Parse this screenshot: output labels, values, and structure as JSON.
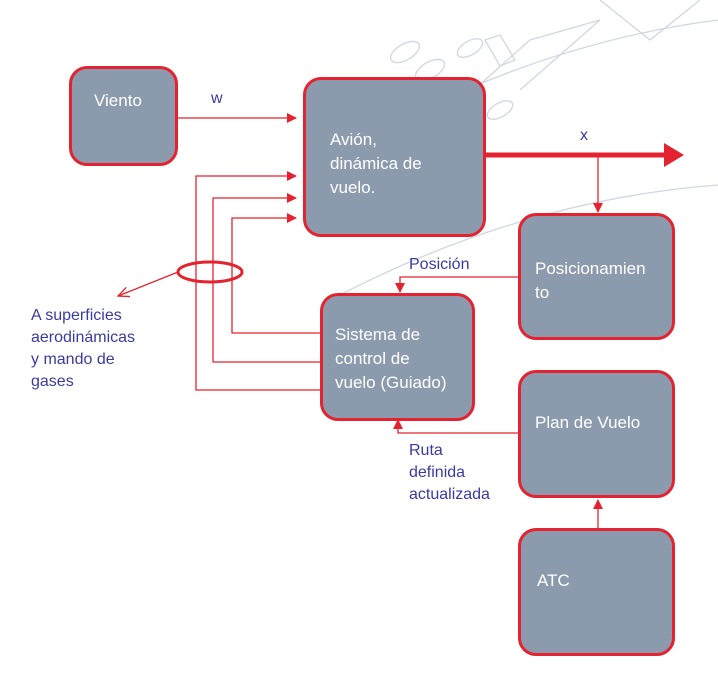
{
  "colors": {
    "box_fill": "#8b9bad",
    "border": "#e5222f",
    "arrow": "#e5222f",
    "label": "#3a3aa3"
  },
  "boxes": {
    "viento": "Viento",
    "avion": [
      "Avión,",
      "dinámica de",
      "vuelo."
    ],
    "posicionamiento": [
      "Posicionamien",
      "to"
    ],
    "sistema": [
      "Sistema de",
      "control de",
      "vuelo (Guiado)"
    ],
    "plan": "Plan de Vuelo",
    "atc": "ATC"
  },
  "labels": {
    "w": "w",
    "x": "x",
    "posicion": "Posición",
    "ruta": [
      "Ruta",
      "definida",
      "actualizada"
    ],
    "superficies": [
      "A superficies",
      "aerodinámicas",
      "y mando de",
      "gases"
    ]
  }
}
